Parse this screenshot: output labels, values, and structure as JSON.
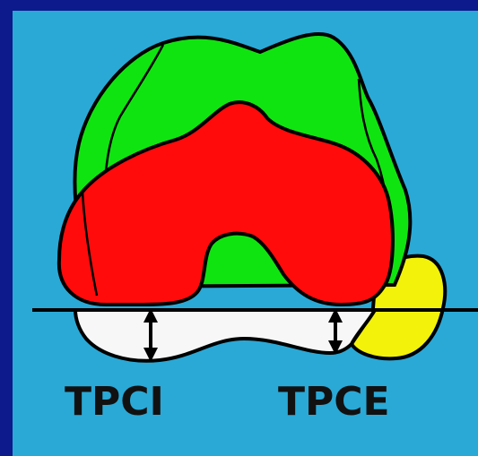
{
  "colors": {
    "frame": "#0d1a8c",
    "background": "#2aa9d6",
    "green_region": "#10e410",
    "red_region": "#ff0b0b",
    "yellow_region": "#f2f20a",
    "white_region": "#f7f7f7",
    "outline": "#000000"
  },
  "labels": {
    "left_measure": "TPCI",
    "right_measure": "TPCE"
  },
  "icons": {
    "left_arrow": "double-headed-vertical-arrow",
    "right_arrow": "double-headed-vertical-arrow"
  }
}
